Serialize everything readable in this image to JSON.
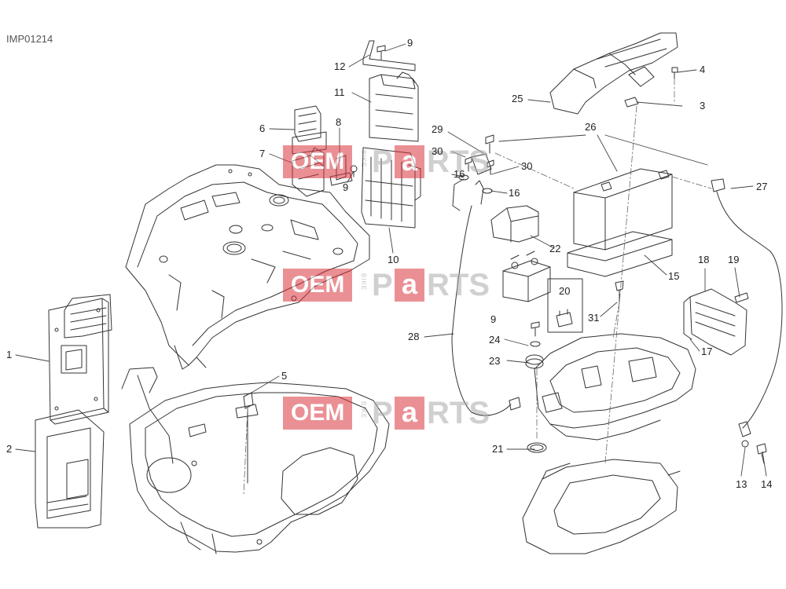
{
  "document_code": "IMP01214",
  "watermark": {
    "oem": "OEM",
    "bike": "BIKE",
    "p": "P",
    "a": "a",
    "rts": "RTS"
  },
  "callouts": [
    {
      "id": "c1",
      "text": "1"
    },
    {
      "id": "c2",
      "text": "2"
    },
    {
      "id": "c3",
      "text": "3"
    },
    {
      "id": "c4",
      "text": "4"
    },
    {
      "id": "c5",
      "text": "5"
    },
    {
      "id": "c6",
      "text": "6"
    },
    {
      "id": "c7",
      "text": "7"
    },
    {
      "id": "c8",
      "text": "8"
    },
    {
      "id": "c9a",
      "text": "9"
    },
    {
      "id": "c9b",
      "text": "9"
    },
    {
      "id": "c9c",
      "text": "9"
    },
    {
      "id": "c10",
      "text": "10"
    },
    {
      "id": "c11",
      "text": "11"
    },
    {
      "id": "c12",
      "text": "12"
    },
    {
      "id": "c13",
      "text": "13"
    },
    {
      "id": "c14",
      "text": "14"
    },
    {
      "id": "c15",
      "text": "15"
    },
    {
      "id": "c16a",
      "text": "16"
    },
    {
      "id": "c16b",
      "text": "16"
    },
    {
      "id": "c17",
      "text": "17"
    },
    {
      "id": "c18",
      "text": "18"
    },
    {
      "id": "c19",
      "text": "19"
    },
    {
      "id": "c20",
      "text": "20"
    },
    {
      "id": "c21",
      "text": "21"
    },
    {
      "id": "c22",
      "text": "22"
    },
    {
      "id": "c23",
      "text": "23"
    },
    {
      "id": "c24",
      "text": "24"
    },
    {
      "id": "c25",
      "text": "25"
    },
    {
      "id": "c26",
      "text": "26"
    },
    {
      "id": "c27",
      "text": "27"
    },
    {
      "id": "c28",
      "text": "28"
    },
    {
      "id": "c29",
      "text": "29"
    },
    {
      "id": "c30a",
      "text": "30"
    },
    {
      "id": "c30b",
      "text": "30"
    },
    {
      "id": "c31",
      "text": "31"
    }
  ]
}
